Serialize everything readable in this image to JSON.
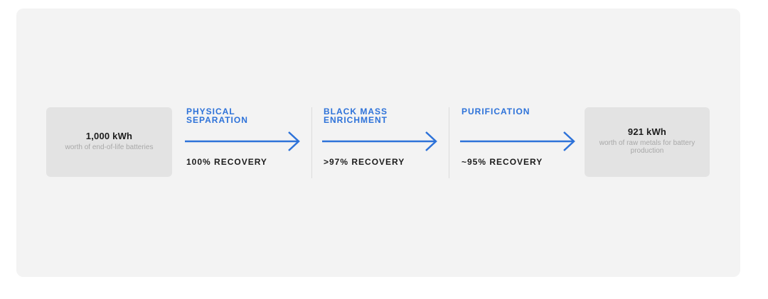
{
  "input": {
    "value": "1,000 kWh",
    "description": "worth of end-of-life batteries"
  },
  "stages": [
    {
      "title_line1": "PHYSICAL",
      "title_line2": "SEPARATION",
      "recovery": "100% RECOVERY"
    },
    {
      "title_line1": "BLACK MASS",
      "title_line2": "ENRICHMENT",
      "recovery": ">97% RECOVERY"
    },
    {
      "title_line1": "PURIFICATION",
      "title_line2": "",
      "recovery": "~95% RECOVERY"
    }
  ],
  "output": {
    "value": "921 kWh",
    "description": "worth of raw metals for battery production"
  },
  "colors": {
    "accent": "#2d72d9",
    "panel": "#f3f3f3",
    "box": "#e3e3e3"
  }
}
